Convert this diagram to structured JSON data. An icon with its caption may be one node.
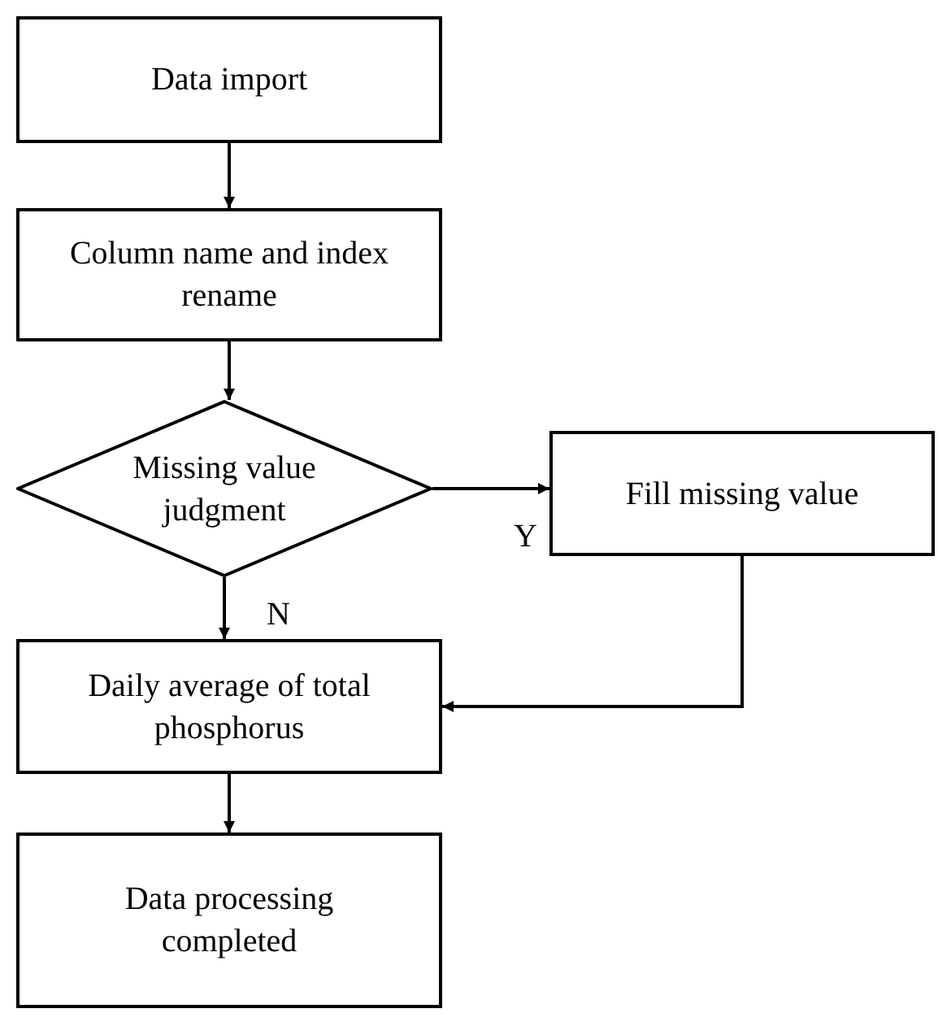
{
  "diagram": {
    "nodes": [
      {
        "text": [
          "Data import"
        ]
      },
      {
        "text": [
          "Column name and index rename"
        ]
      },
      {
        "text": [
          "Missing value judgment"
        ]
      },
      {
        "text": [
          "Fill missing value"
        ]
      },
      {
        "text": [
          "Daily average of total phosphorus"
        ]
      },
      {
        "text": [
          "Data processing completed"
        ]
      }
    ],
    "edges": [
      {
        "from": 0,
        "to": 1,
        "arrow": "to"
      },
      {
        "from": 1,
        "to": 2,
        "arrow": "to"
      },
      {
        "from": 2,
        "to": 3,
        "arrow": "to",
        "label": "Y"
      },
      {
        "from": 2,
        "to": 4,
        "arrow": "to",
        "label": "N"
      },
      {
        "from": 3,
        "to": 4,
        "arrow": "to"
      },
      {
        "from": 4,
        "to": 5,
        "arrow": "to"
      }
    ]
  }
}
